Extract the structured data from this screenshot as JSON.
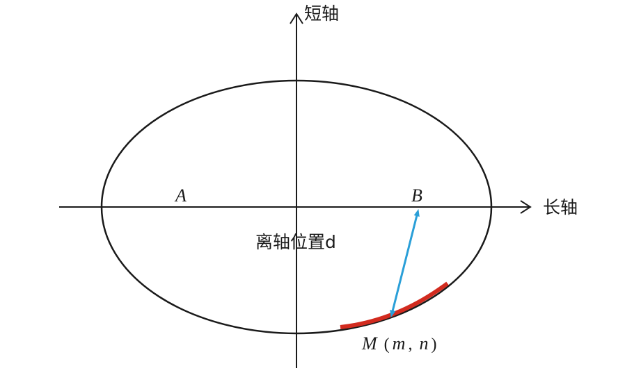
{
  "diagram": {
    "axes": {
      "major_axis_label": "长轴",
      "minor_axis_label": "短轴"
    },
    "points": {
      "a_label": "A",
      "b_label": "B"
    },
    "offset_label": "离轴位置d",
    "point_m": {
      "letter": "M",
      "open_paren": " (",
      "coord_m": "m",
      "comma": ", ",
      "coord_n": "n",
      "close_paren": ")"
    },
    "colors": {
      "outline": "#1a1a1a",
      "arc_highlight": "#d22b1f",
      "distance_arrow": "#2a9fd8"
    }
  }
}
